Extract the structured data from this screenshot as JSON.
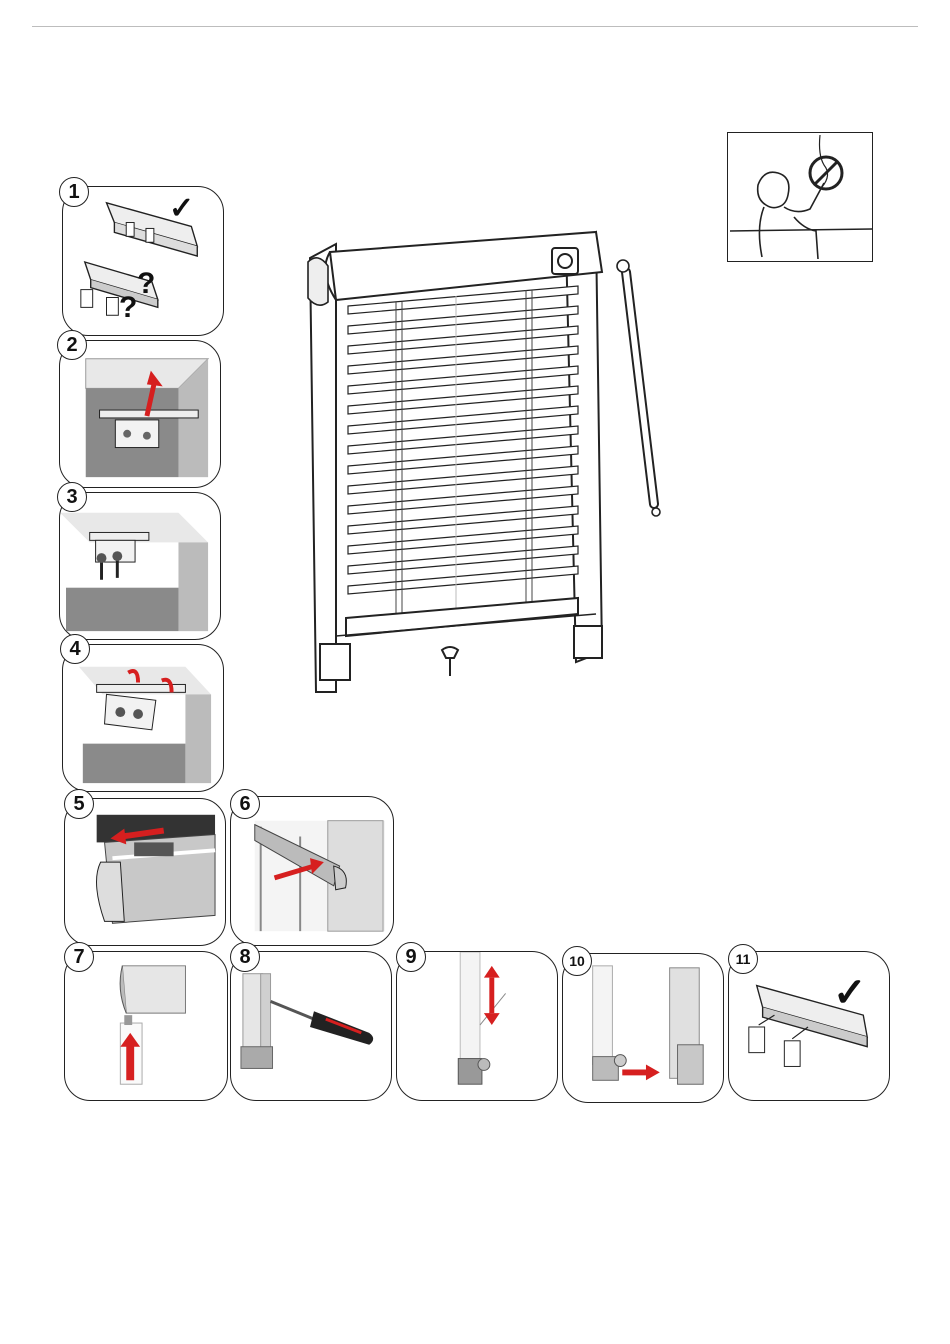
{
  "steps": [
    {
      "label": "1",
      "icons": [
        "bracket-check-icon",
        "bracket-question-icon"
      ],
      "marks": [
        "✓",
        "?",
        "?"
      ]
    },
    {
      "label": "2",
      "icons": [
        "bracket-insert-arrow-icon"
      ]
    },
    {
      "label": "3",
      "icons": [
        "bracket-screws-icon"
      ]
    },
    {
      "label": "4",
      "icons": [
        "bracket-rotate-arrows-icon"
      ]
    },
    {
      "label": "5",
      "icons": [
        "top-bar-slide-icon"
      ]
    },
    {
      "label": "6",
      "icons": [
        "top-bar-click-icon"
      ]
    },
    {
      "label": "7",
      "icons": [
        "side-channel-up-icon"
      ]
    },
    {
      "label": "8",
      "icons": [
        "screwdriver-icon"
      ]
    },
    {
      "label": "9",
      "icons": [
        "bottom-bar-adjust-icon"
      ]
    },
    {
      "label": "10",
      "icons": [
        "bottom-clip-slide-icon"
      ]
    },
    {
      "label": "11",
      "icons": [
        "bracket-final-check-icon"
      ],
      "marks": [
        "✓"
      ]
    }
  ],
  "figures": {
    "main": "venetian-blind-assembly-icon",
    "warning": "child-cord-safety-warning-icon"
  },
  "colors": {
    "arrow": "#d61f1f",
    "line": "#222222",
    "metal": "#9a9a9a",
    "frame": "#c7c7c7"
  }
}
